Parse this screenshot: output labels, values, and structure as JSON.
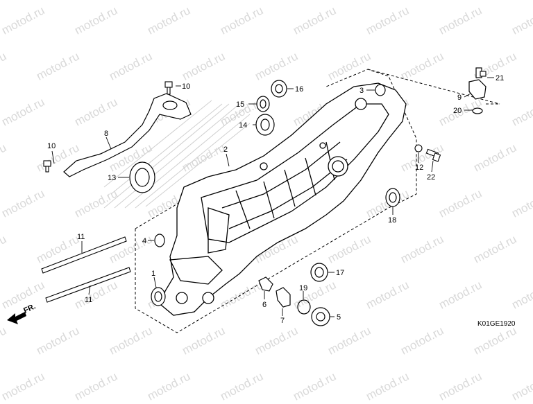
{
  "watermark": "motod.ru",
  "diagram_code": "K01GE1920",
  "front_marker": "FR.",
  "callouts": {
    "c1": "1",
    "c2": "2",
    "c3": "3",
    "c4": "4",
    "c5": "5",
    "c6": "6",
    "c7": "7",
    "c8": "8",
    "c9": "9",
    "c10a": "10",
    "c10b": "10",
    "c11a": "11",
    "c11b": "11",
    "c12": "12",
    "c13": "13",
    "c14": "14",
    "c15": "15",
    "c16": "16",
    "c17": "17",
    "c18": "18",
    "c19": "19",
    "c20": "20",
    "c21": "21",
    "c22": "22"
  }
}
